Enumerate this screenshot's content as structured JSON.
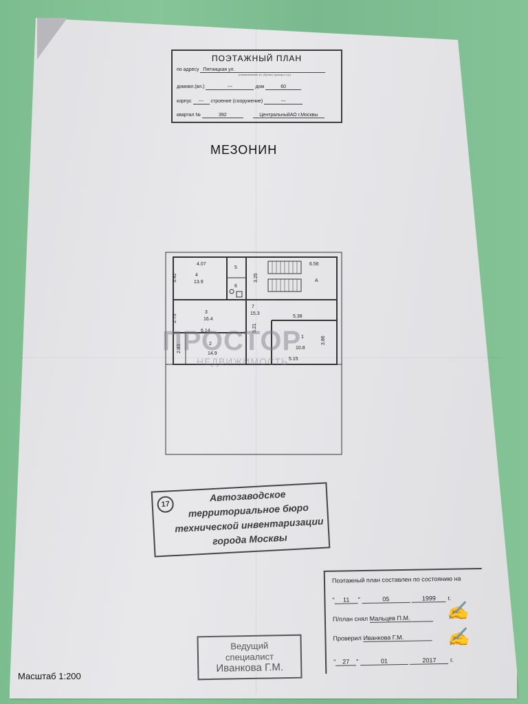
{
  "header": {
    "title": "ПОЭТАЖНЫЙ ПЛАН",
    "address_label": "по адресу",
    "address_value": "Пятницкая ул.",
    "address_hint": "(наименование ул. (бульв.) проезд и т.д.)",
    "domovl_label": "домовл.(вл.)",
    "domovl_value": "---",
    "dom_label": "дом",
    "dom_value": "60",
    "korpus_label": "корпус",
    "korpus_value": "---",
    "stroenie_label": "строение (сооружение)",
    "stroenie_value": "---",
    "kvartal_label": "квартал №",
    "kvartal_value": "392",
    "district_value": "ЦентральныйАО г.Москвы"
  },
  "floor_name": "МЕЗОНИН",
  "plan": {
    "rooms": [
      {
        "num": "4",
        "area": "13.9"
      },
      {
        "num": "5",
        "area": ""
      },
      {
        "num": "6",
        "area": ""
      },
      {
        "num": "A",
        "area": ""
      },
      {
        "num": "3",
        "area": "16.4"
      },
      {
        "num": "7",
        "area": "15.3"
      },
      {
        "num": "2",
        "area": "14.9"
      },
      {
        "num": "1",
        "area": "10.8"
      }
    ],
    "dims": [
      "4.07",
      "3.42",
      "3.25",
      "6.56",
      "2.75",
      "6.14",
      "5.21",
      "5.38",
      "2.43",
      "3.86",
      "5.15"
    ]
  },
  "watermark": {
    "logo": "ПРОСТОР",
    "sub": "НЕДВИЖИМОСТЬ"
  },
  "stamp": {
    "number": "17",
    "lines": [
      "Автозаводское",
      "территориальное бюро",
      "технической инвентаризации",
      "города Москвы"
    ]
  },
  "cert": {
    "line1": "Поэтажный план составлен по состоянию на",
    "day1": "11",
    "month1": "05",
    "year1": "1999",
    "g1": "г.",
    "measured_label": "П/план снял",
    "measured_value": "Мальцев П.М.",
    "checked_label": "Проверил",
    "checked_value": "Иванкова Г.М.",
    "day2": "27",
    "month2": "01",
    "year2": "2017",
    "g2": "г."
  },
  "sign_stamp": {
    "l1": "Ведущий",
    "l2": "специалист",
    "l3": "Иванкова Г.М."
  },
  "scale": "Масштаб 1:200"
}
